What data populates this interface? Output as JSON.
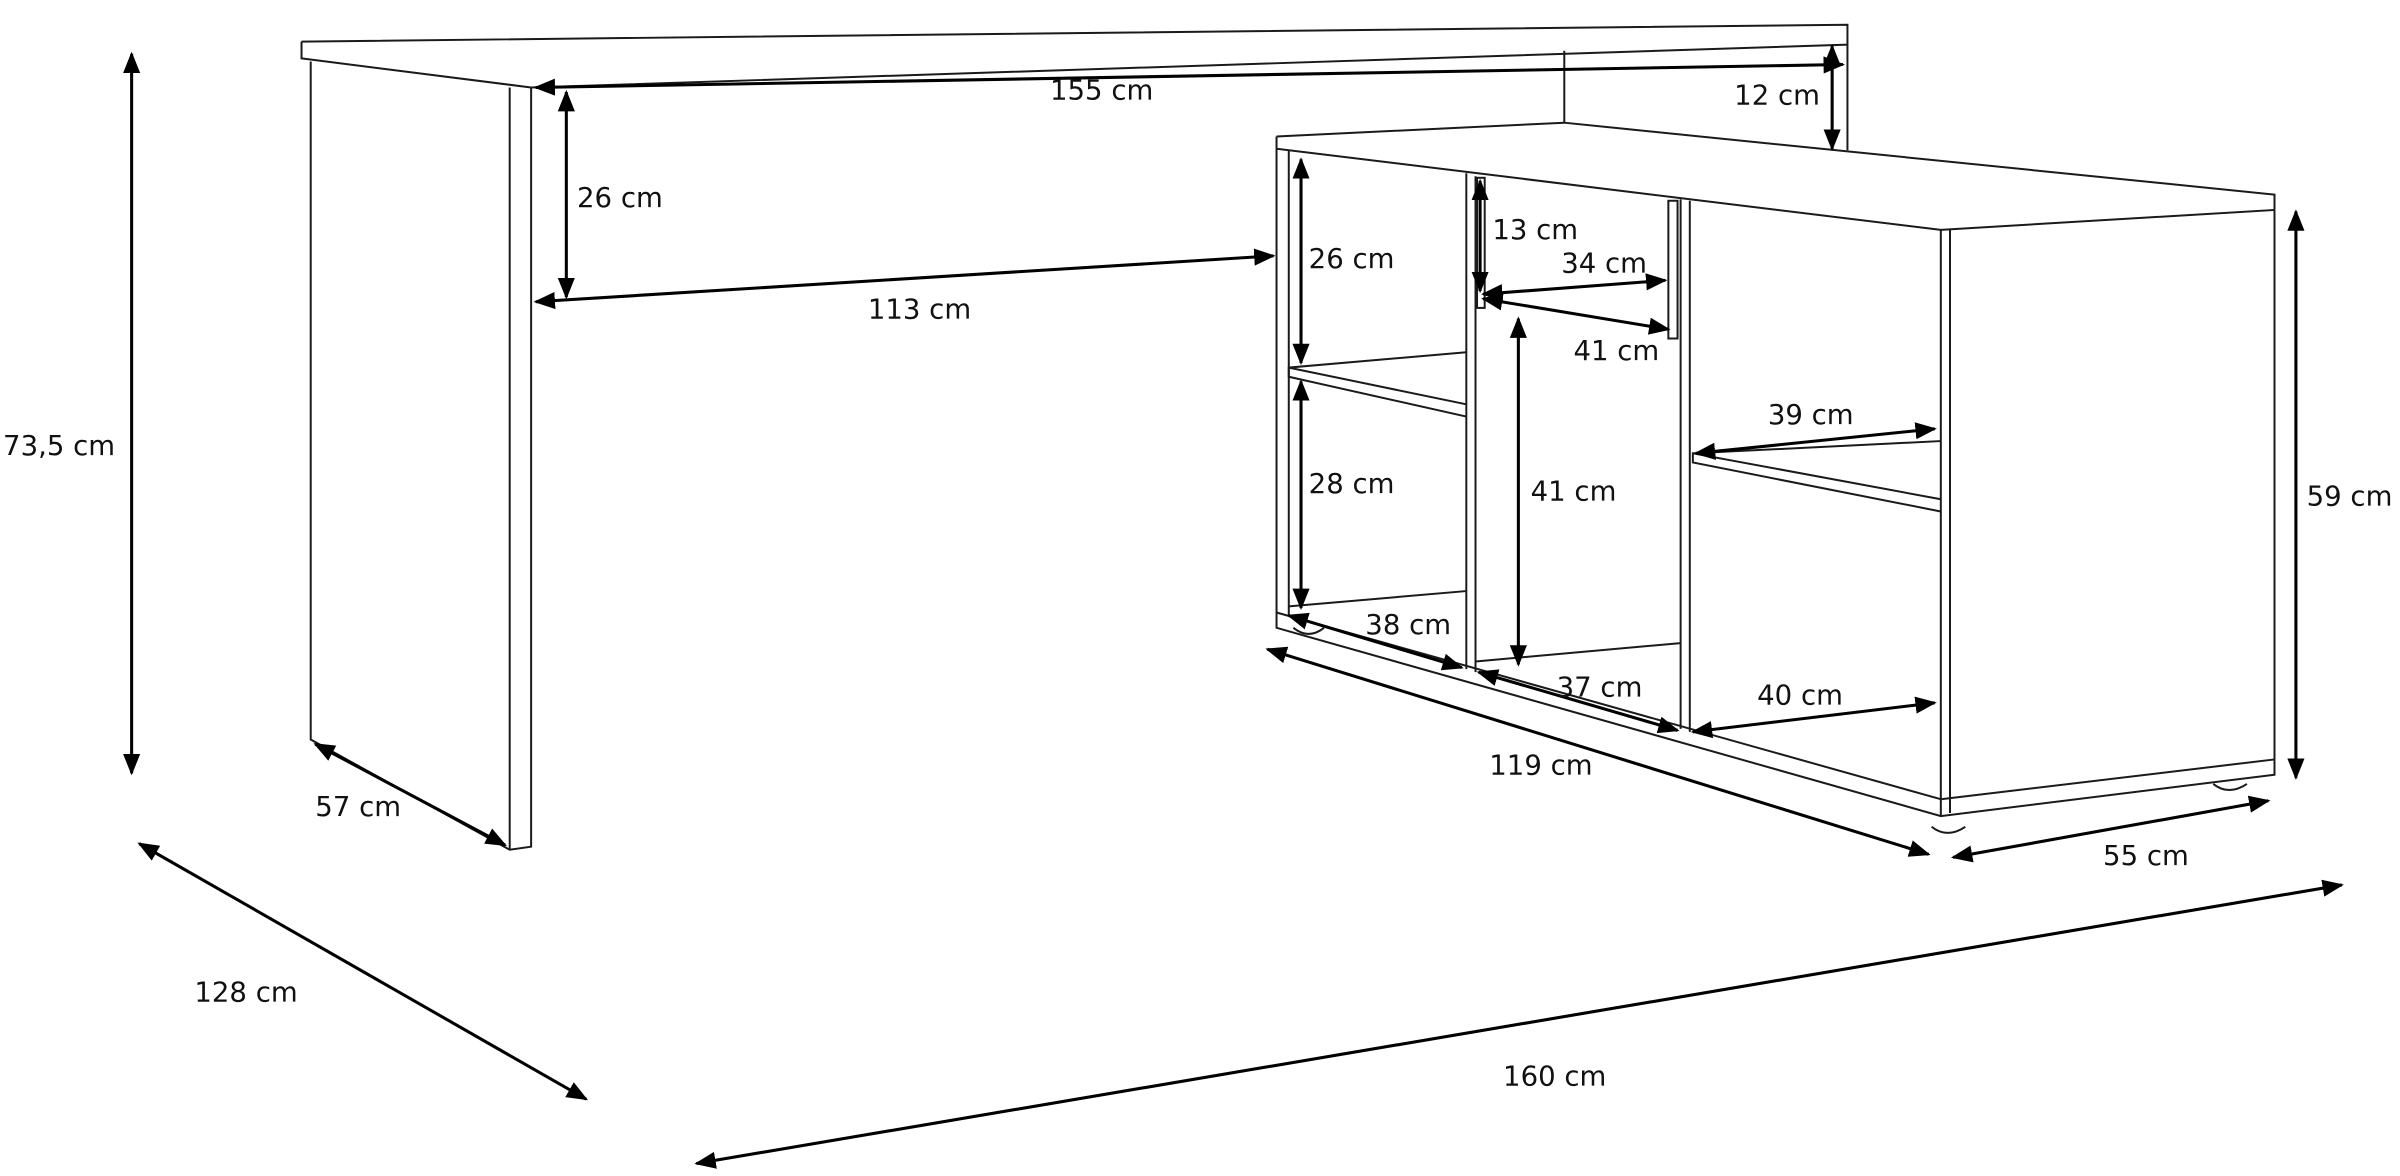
{
  "diagram": {
    "colors": {
      "line": "#1a1a1a",
      "background": "#ffffff"
    },
    "dimensions": {
      "desk_top_width": "155 cm",
      "desk_top_offset": "12 cm",
      "leg_panel_height": "26 cm",
      "leg_gap": "113 cm",
      "total_height": "73,5 cm",
      "leg_depth": "57 cm",
      "total_depth": "128 cm",
      "total_width": "160 cm",
      "cabinet_left_top": "26 cm",
      "cabinet_left_bottom": "28 cm",
      "drawer_height": "13 cm",
      "drawer_width": "34 cm",
      "drawer_depth": "41 cm",
      "middle_height": "41 cm",
      "right_shelf": "39 cm",
      "cabinet_height": "59 cm",
      "left_bottom_depth": "38 cm",
      "middle_bottom_depth": "37 cm",
      "right_bottom_depth": "40 cm",
      "cabinet_width": "119 cm",
      "cabinet_depth": "55 cm"
    }
  }
}
